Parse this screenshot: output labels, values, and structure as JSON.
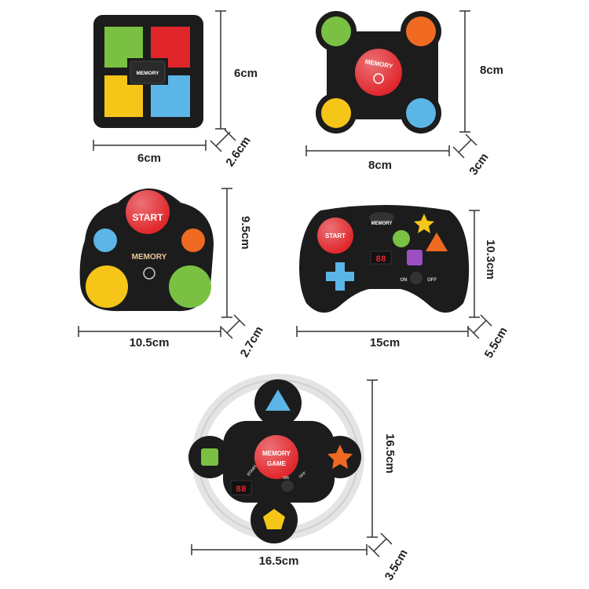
{
  "products": [
    {
      "id": "square-memory",
      "logo": "MEMORY",
      "width": "6cm",
      "height": "6cm",
      "depth": "2.6cm",
      "colors": [
        "#7ac143",
        "#e0262b",
        "#f5c518",
        "#5bb5e6"
      ]
    },
    {
      "id": "round-pad-memory",
      "logo": "MEMORY",
      "width": "8cm",
      "height": "8cm",
      "depth": "3cm",
      "colors": [
        "#7ac143",
        "#f06a22",
        "#f5c518",
        "#5bb5e6"
      ]
    },
    {
      "id": "start-memory",
      "logo": "MEMORY",
      "start_label": "START",
      "width": "10.5cm",
      "height": "9.5cm",
      "depth": "2.7cm",
      "colors": [
        "#e0262b",
        "#5bb5e6",
        "#f06a22",
        "#f5c518",
        "#7ac143"
      ]
    },
    {
      "id": "gamepad-memory",
      "logo": "MEMORY",
      "start_label": "START",
      "display": "88",
      "switch_on": "ON",
      "switch_off": "OFF",
      "width": "15cm",
      "height": "10.3cm",
      "depth": "5.5cm",
      "colors": [
        "#e0262b",
        "#5bb5e6",
        "#7ac143",
        "#f5c518",
        "#9b4fc2",
        "#f06a22"
      ]
    },
    {
      "id": "steering-wheel-memory",
      "logo_line1": "MEMORY",
      "logo_line2": "GAME",
      "start_label": "START",
      "display": "88",
      "switch_on": "ON",
      "switch_off": "OFF",
      "width": "16.5cm",
      "height": "16.5cm",
      "depth": "3.5cm",
      "colors": [
        "#5bb5e6",
        "#7ac143",
        "#f06a22",
        "#f5c518",
        "#e0262b"
      ]
    }
  ]
}
